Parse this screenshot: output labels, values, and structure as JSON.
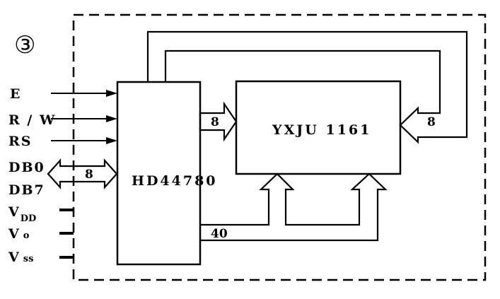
{
  "figure_marker": "③",
  "blocks": {
    "controller": "HD44780",
    "driver": "YXJU 1161"
  },
  "signals": {
    "e": "E",
    "rw": "R / W",
    "rs": "RS",
    "db0": "DB0",
    "db7": "DB7",
    "vdd_main": "V",
    "vdd_sub": "DD",
    "vo_main": "V",
    "vo_sub": "o",
    "vss_main": "V",
    "vss_sub": "ss"
  },
  "bus_widths": {
    "data_bus": "8",
    "hd_to_driver": "8",
    "feedback": "8",
    "common_lines": "40"
  }
}
